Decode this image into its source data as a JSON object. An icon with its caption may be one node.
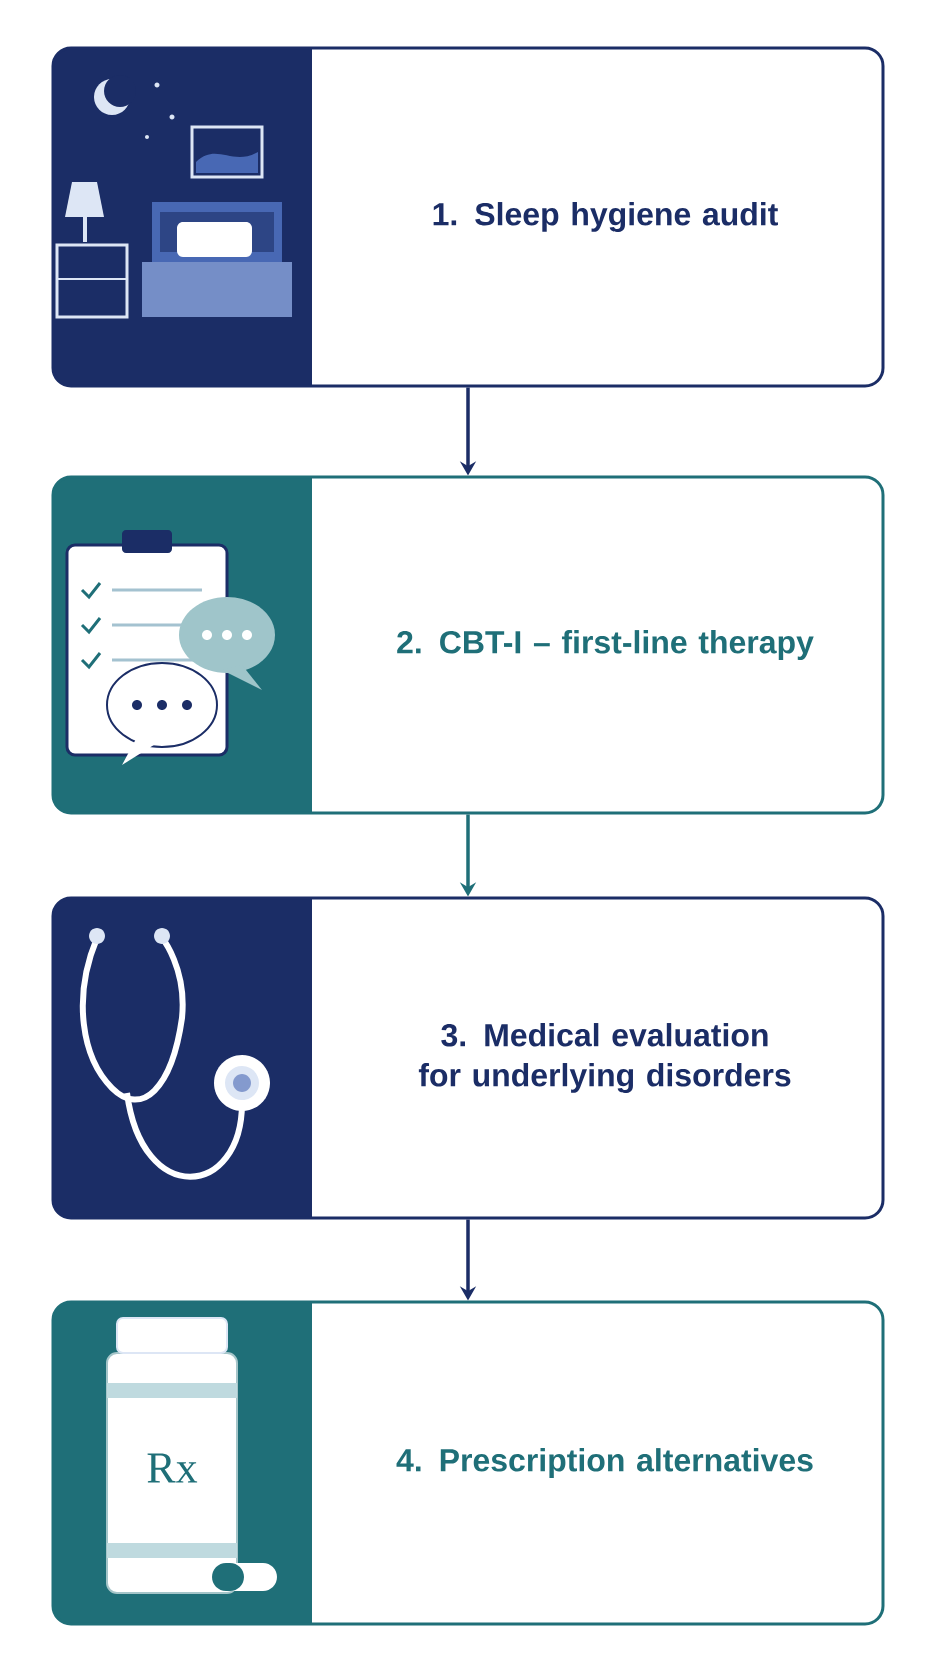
{
  "diagram": {
    "nodes": [
      {
        "text": [
          "1. Sleep hygiene audit"
        ]
      },
      {
        "text": [
          "2. CBT-I – first-line therapy"
        ]
      },
      {
        "text": [
          "3. Medical evaluation for underlying disorders"
        ]
      },
      {
        "text": [
          "4. Prescription alternatives"
        ]
      }
    ],
    "edges": [
      {
        "from": 0,
        "to": 1,
        "arrow": "to"
      },
      {
        "from": 1,
        "to": 2,
        "arrow": "to",
        "color": "#1f6f78"
      },
      {
        "from": 2,
        "to": 3,
        "arrow": "to"
      }
    ],
    "labels": [
      "Rx"
    ]
  }
}
